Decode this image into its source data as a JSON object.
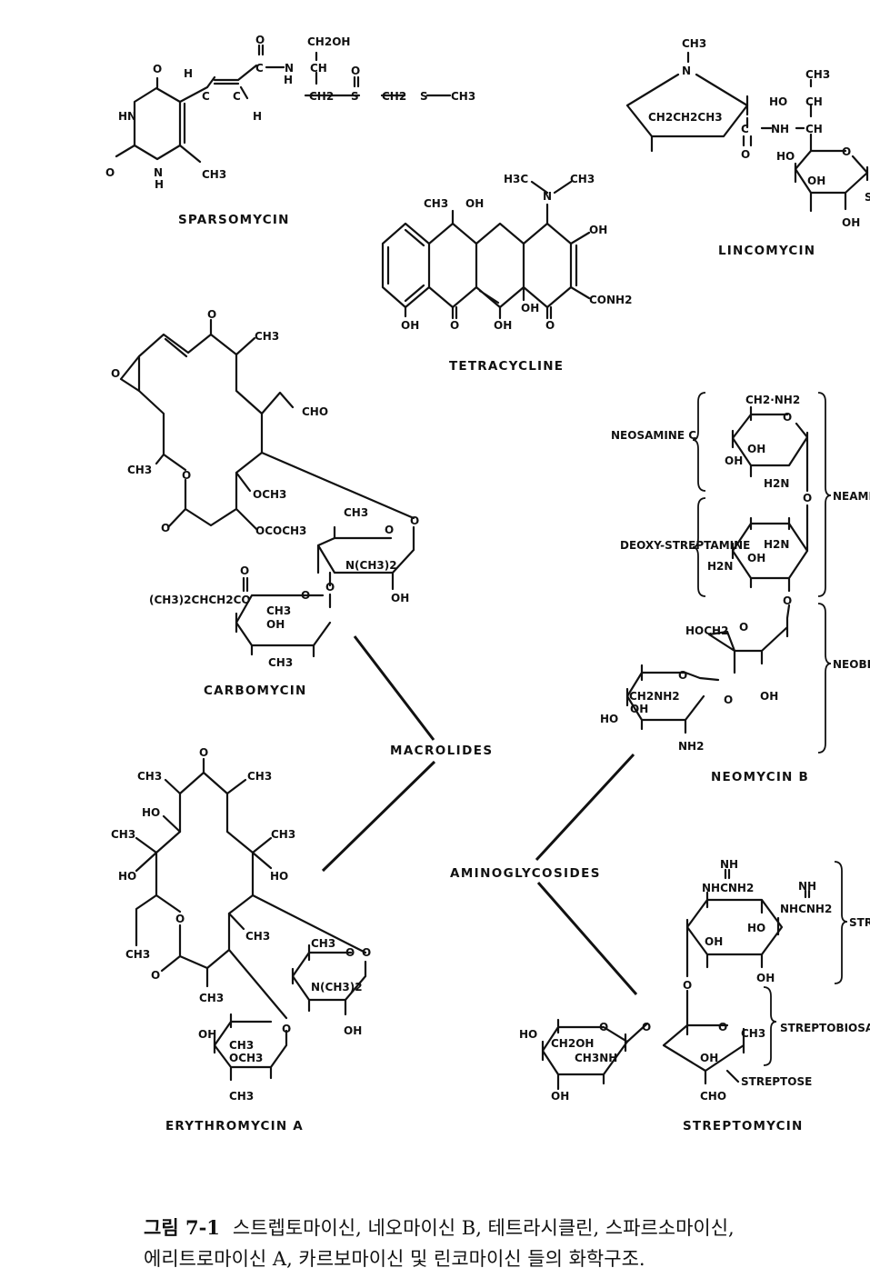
{
  "figure": {
    "compounds": {
      "sparsomycin": {
        "name": "SPARSOMYCIN",
        "atoms": [
          "O",
          "HN",
          "O",
          "N",
          "H",
          "CH3",
          "H",
          "C",
          "C",
          "H",
          "O",
          "C",
          "N",
          "H",
          "CH2OH",
          "CH",
          "CH2",
          "S",
          "O",
          "CH2",
          "S",
          "CH3"
        ]
      },
      "lincomycin": {
        "name": "LINCOMYCIN",
        "atoms": [
          "CH3",
          "N",
          "CH2CH2CH3",
          "C",
          "O",
          "NH",
          "CH",
          "CH",
          "HO",
          "CH3",
          "HO",
          "O",
          "OH",
          "OH",
          "S"
        ]
      },
      "tetracycline": {
        "name": "TETRACYCLINE",
        "atoms": [
          "H3C",
          "N",
          "CH3",
          "CH3",
          "OH",
          "OH",
          "CONH2",
          "OH",
          "O",
          "OH",
          "OH",
          "O"
        ]
      },
      "carbomycin": {
        "name": "CARBOMYCIN",
        "atoms": [
          "O",
          "CH3",
          "O",
          "CHO",
          "CH3",
          "O",
          "OCH3",
          "O",
          "OCOCH3",
          "O",
          "CH3",
          "O",
          "N(CH3)2",
          "OH",
          "O",
          "(CH3)2CHCH2CO",
          "O",
          "CH3",
          "OH",
          "CH3",
          "O"
        ]
      },
      "neomycin_b": {
        "name": "NEOMYCIN B",
        "fragments": [
          "NEOSAMINE C",
          "DEOXY-STREPTAMINE",
          "NEAMINE",
          "NEOBIOSAMINE"
        ],
        "atoms": [
          "CH2·NH2",
          "O",
          "OH",
          "OH",
          "H2N",
          "O",
          "H2N",
          "OH",
          "H2N",
          "O",
          "HOCH2",
          "O",
          "OH",
          "O",
          "O",
          "CH2NH2",
          "OH",
          "HO",
          "NH2"
        ]
      },
      "erythromycin_a": {
        "name": "ERYTHROMYCIN A",
        "atoms": [
          "O",
          "CH3",
          "CH3",
          "HO",
          "CH3",
          "CH3",
          "HO",
          "HO",
          "O",
          "CH3",
          "CH3",
          "O",
          "CH3",
          "CH3",
          "O",
          "O",
          "N(CH3)2",
          "OH",
          "OH",
          "O",
          "CH3",
          "OCH3",
          "CH3"
        ]
      },
      "streptomycin": {
        "name": "STREPTOMYCIN",
        "fragments": [
          "STREPTIDINE",
          "STREPTOBIOSAMINE",
          "STREPTOSE"
        ],
        "atoms": [
          "NH",
          "NHCNH2",
          "NH",
          "NHCNH2",
          "HO",
          "OH",
          "OH",
          "O",
          "O",
          "CH3",
          "OH",
          "CHO",
          "O",
          "HO",
          "CH2OH",
          "CH3NH",
          "O",
          "OH"
        ]
      }
    },
    "classes": {
      "macrolides": "MACROLIDES",
      "aminoglycosides": "AMINOGLYCOSIDES"
    }
  },
  "caption": {
    "figure_label": "그림 7-1",
    "line1": "스트렙토마이신, 네오마이신 B, 테트라시클린, 스파르소마이신,",
    "line2": "에리트로마이신 A, 카르보마이신 및 린코마이신 들의 화학구조."
  }
}
